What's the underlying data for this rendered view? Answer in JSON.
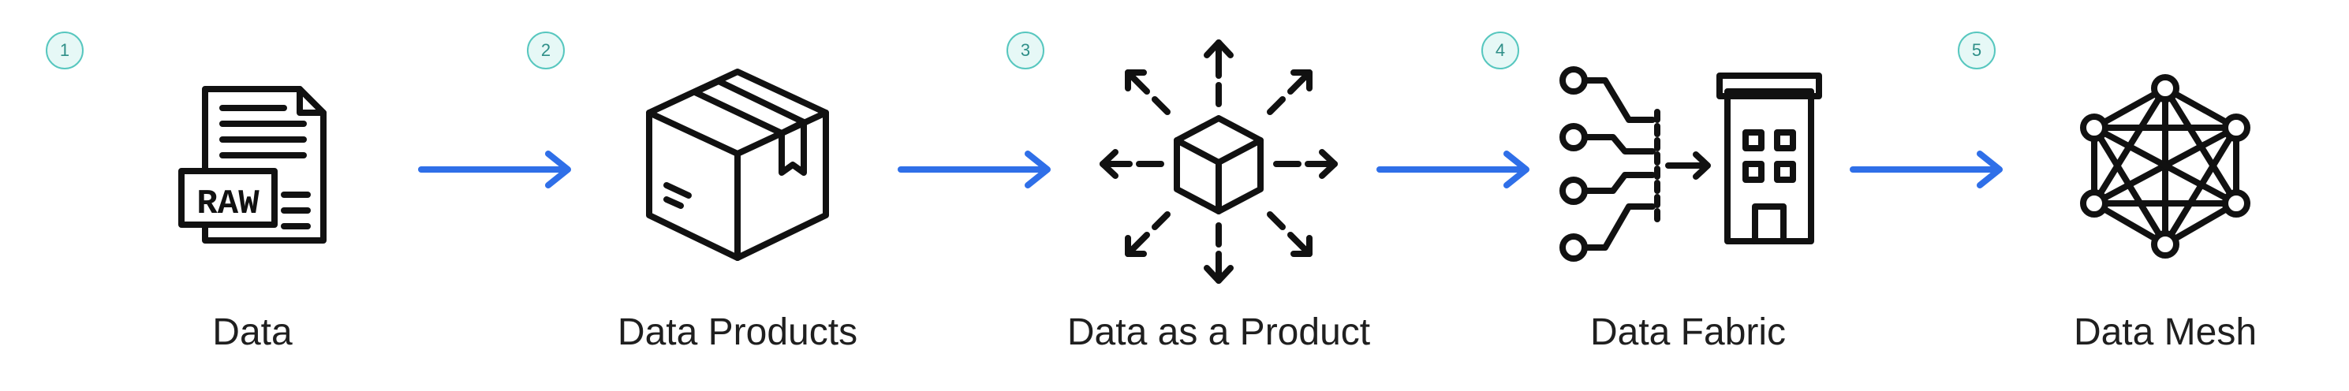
{
  "accent_color": "#2f6fe8",
  "badge_color": "#57c7bf",
  "steps": [
    {
      "number": "1",
      "label": "Data",
      "icon": "raw-document-icon",
      "icon_text": "RAW"
    },
    {
      "number": "2",
      "label": "Data Products",
      "icon": "package-box-icon"
    },
    {
      "number": "3",
      "label": "Data as a Product",
      "icon": "distribution-cube-icon"
    },
    {
      "number": "4",
      "label": "Data Fabric",
      "icon": "circuit-building-icon"
    },
    {
      "number": "5",
      "label": "Data Mesh",
      "icon": "network-mesh-icon"
    }
  ]
}
